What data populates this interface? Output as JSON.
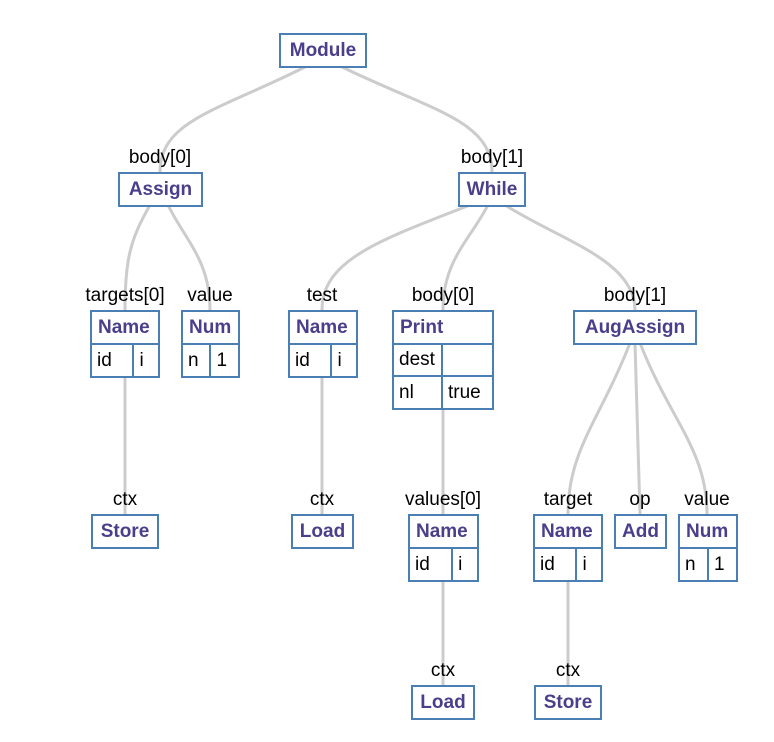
{
  "colors": {
    "node_border": "#4a7fb5",
    "node_title": "#4b3f8c",
    "edge": "#cccccc"
  },
  "nodes": {
    "module": {
      "title": "Module"
    },
    "assign": {
      "label": "body[0]",
      "title": "Assign"
    },
    "while": {
      "label": "body[1]",
      "title": "While"
    },
    "assign_name": {
      "label": "targets[0]",
      "title": "Name",
      "rows": [
        [
          "id",
          "i"
        ]
      ]
    },
    "assign_num": {
      "label": "value",
      "title": "Num",
      "rows": [
        [
          "n",
          "1"
        ]
      ]
    },
    "test_name": {
      "label": "test",
      "title": "Name",
      "rows": [
        [
          "id",
          "i"
        ]
      ]
    },
    "print": {
      "label": "body[0]",
      "title": "Print",
      "rows": [
        [
          "dest",
          ""
        ],
        [
          "nl",
          "true"
        ]
      ]
    },
    "augassign": {
      "label": "body[1]",
      "title": "AugAssign"
    },
    "store1": {
      "label": "ctx",
      "title": "Store"
    },
    "load1": {
      "label": "ctx",
      "title": "Load"
    },
    "values_name": {
      "label": "values[0]",
      "title": "Name",
      "rows": [
        [
          "id",
          "i"
        ]
      ]
    },
    "target_name": {
      "label": "target",
      "title": "Name",
      "rows": [
        [
          "id",
          "i"
        ]
      ]
    },
    "add": {
      "label": "op",
      "title": "Add"
    },
    "aug_num": {
      "label": "value",
      "title": "Num",
      "rows": [
        [
          "n",
          "1"
        ]
      ]
    },
    "load2": {
      "label": "ctx",
      "title": "Load"
    },
    "store2": {
      "label": "ctx",
      "title": "Store"
    }
  }
}
